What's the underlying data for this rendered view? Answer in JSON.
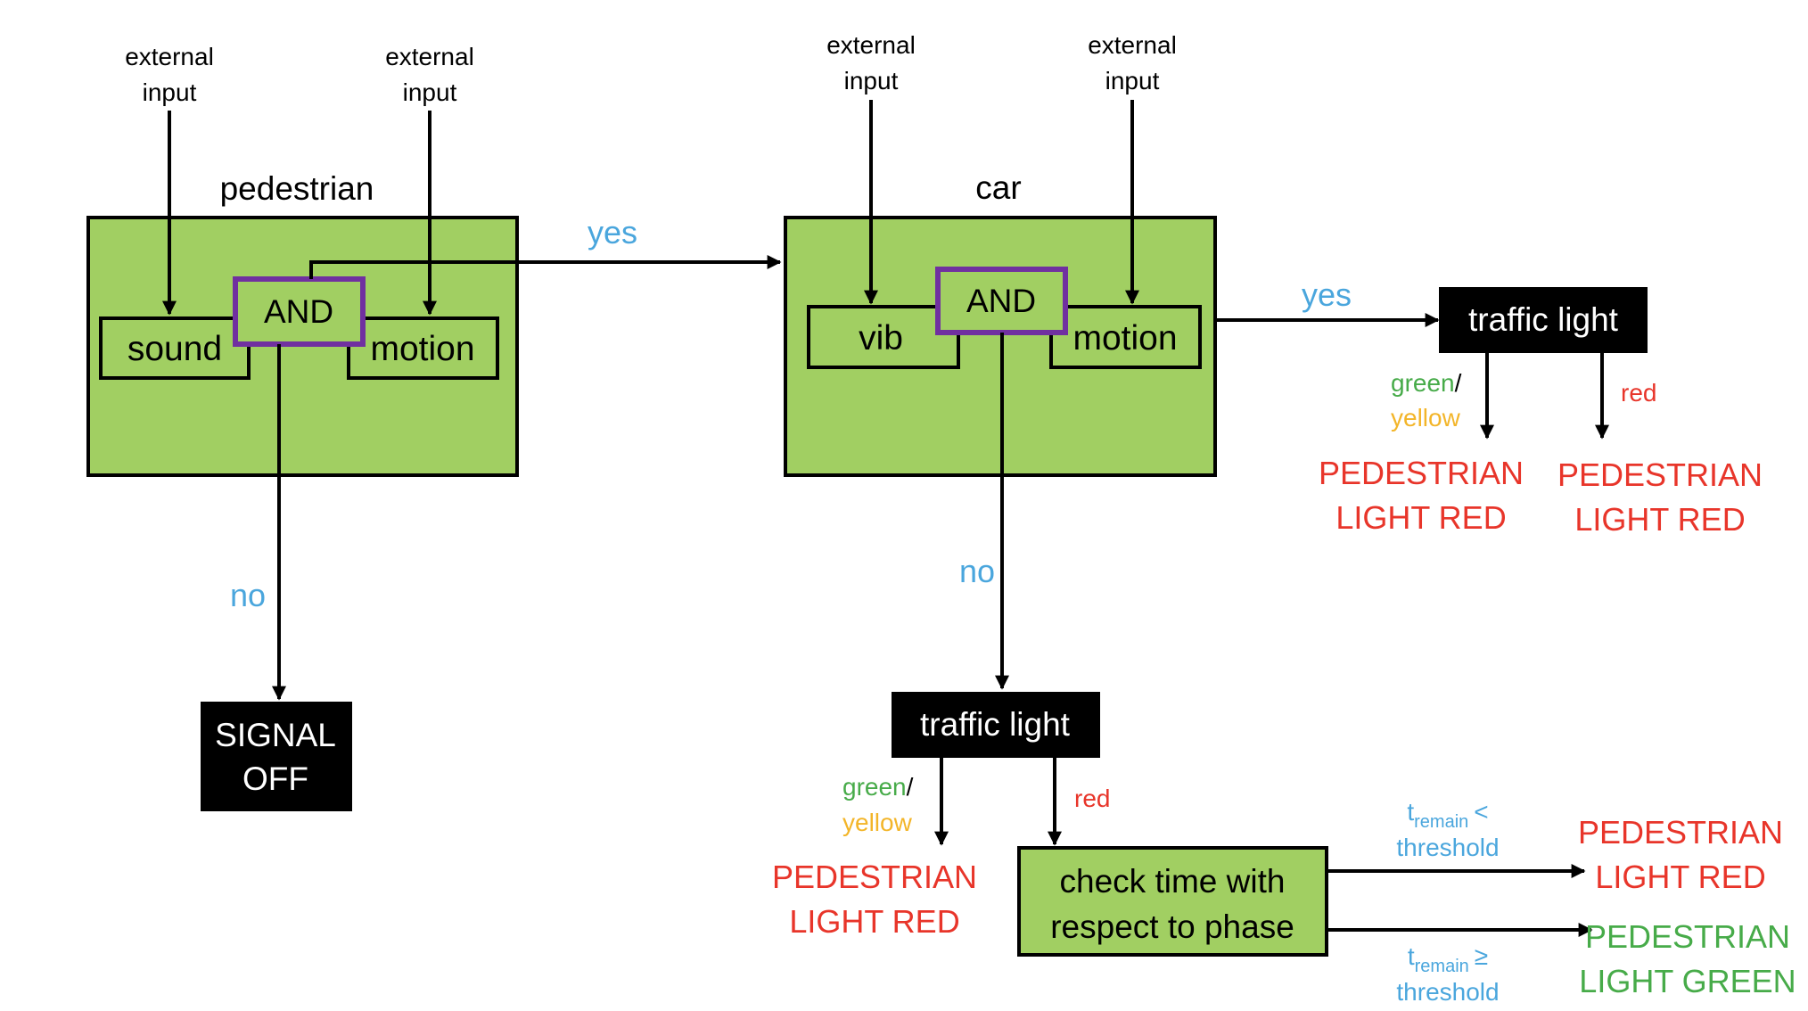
{
  "colors": {
    "box_fill": "#a1cf62",
    "and_border": "#7030a0",
    "dark_box": "#000000",
    "yes_no": "#4aa6dd",
    "red_text": "#e8352a",
    "green_text": "#47ab49",
    "yellow_text": "#f3b529",
    "time_text": "#4aa6dd"
  },
  "pedestrian": {
    "title": "pedestrian",
    "input_left": {
      "line1": "external",
      "line2": "input"
    },
    "input_right": {
      "line1": "external",
      "line2": "input"
    },
    "sound": "sound",
    "and": "AND",
    "motion": "motion"
  },
  "car": {
    "title": "car",
    "input_left": {
      "line1": "external",
      "line2": "input"
    },
    "input_right": {
      "line1": "external",
      "line2": "input"
    },
    "vib": "vib",
    "and": "AND",
    "motion": "motion"
  },
  "edges": {
    "ped_yes": "yes",
    "ped_no": "no",
    "car_yes": "yes",
    "car_no": "no"
  },
  "signal_off": {
    "line1": "SIGNAL",
    "line2": "OFF"
  },
  "traffic_light_top": {
    "label": "traffic light",
    "green": "green",
    "slash": "/",
    "yellow": "yellow",
    "red": "red",
    "out_left": {
      "line1": "PEDESTRIAN",
      "line2": "LIGHT RED"
    },
    "out_right": {
      "line1": "PEDESTRIAN",
      "line2": "LIGHT RED"
    }
  },
  "traffic_light_bottom": {
    "label": "traffic light",
    "green": "green",
    "slash": "/",
    "yellow": "yellow",
    "red": "red",
    "out_left": {
      "line1": "PEDESTRIAN",
      "line2": "LIGHT RED"
    }
  },
  "check_time": {
    "line1": "check time with",
    "line2": "respect to phase",
    "cond_lt": {
      "t": "t",
      "sub": "remain",
      "op": "<",
      "line2": "threshold"
    },
    "cond_ge": {
      "t": "t",
      "sub": "remain",
      "op": "≥",
      "line2": "threshold"
    },
    "out_lt": {
      "line1": "PEDESTRIAN",
      "line2": "LIGHT RED"
    },
    "out_ge": {
      "line1": "PEDESTRIAN",
      "line2": "LIGHT GREEN"
    }
  }
}
